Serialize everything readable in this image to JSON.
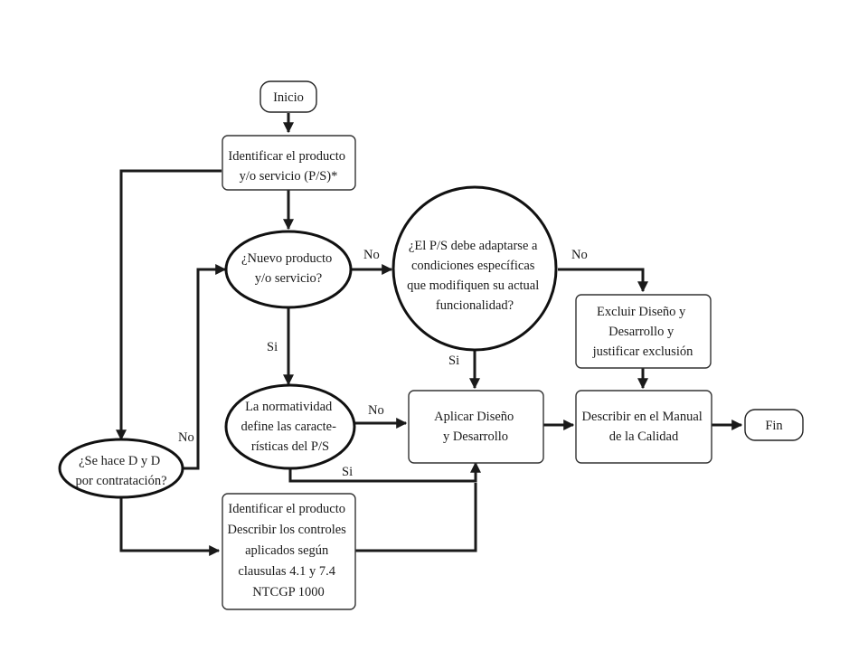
{
  "nodes": {
    "inicio": {
      "lines": [
        "Inicio"
      ]
    },
    "identificar1": {
      "lines": [
        "Identificar el producto",
        "y/o servicio (P/S)*"
      ]
    },
    "nuevo": {
      "lines": [
        "¿Nuevo producto",
        "y/o servicio?"
      ]
    },
    "adaptarse": {
      "lines": [
        "¿El P/S debe adaptarse a",
        "condiciones específicas",
        "que modifiquen su actual",
        "funcionalidad?"
      ]
    },
    "excluir": {
      "lines": [
        "Excluir Diseño y",
        "Desarrollo y",
        "justificar exclusión"
      ]
    },
    "normatividad": {
      "lines": [
        "La normatividad",
        "define las caracte-",
        "rísticas del P/S"
      ]
    },
    "aplicar": {
      "lines": [
        "Aplicar Diseño",
        "y Desarrollo"
      ]
    },
    "describir": {
      "lines": [
        "Describir en el Manual",
        "de la Calidad"
      ]
    },
    "fin": {
      "lines": [
        "Fin"
      ]
    },
    "contratacion": {
      "lines": [
        "¿Se hace D y D",
        "por contratación?"
      ]
    },
    "identificar2": {
      "lines": [
        "Identificar el producto",
        "Describir los controles",
        "aplicados según",
        "clausulas 4.1 y 7.4",
        "NTCGP 1000"
      ]
    }
  },
  "edge_labels": {
    "nuevo_no": "No",
    "adaptarse_no": "No",
    "nuevo_si": "Si",
    "adaptarse_si": "Si",
    "normatividad_no": "No",
    "normatividad_si": "Si",
    "contratacion_no": "No"
  }
}
